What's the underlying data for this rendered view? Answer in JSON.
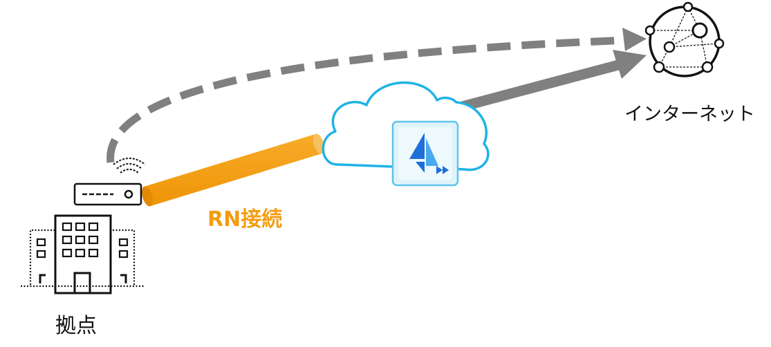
{
  "labels": {
    "base": "拠点",
    "internet": "インターネット",
    "connection": "RN接続"
  },
  "colors": {
    "pipe": "#f5a00f",
    "pipe_end": "#f7b84a",
    "arrow": "#808080",
    "cloud_stroke": "#1eb3e6",
    "icon_dark": "#1565c0",
    "icon_light": "#42a5f5",
    "icon_bg": "#dff3fb",
    "line": "#111111"
  },
  "icons": [
    "building-icon",
    "router-icon",
    "wifi-icon",
    "cloud-icon",
    "service-logo-icon",
    "globe-network-icon"
  ]
}
